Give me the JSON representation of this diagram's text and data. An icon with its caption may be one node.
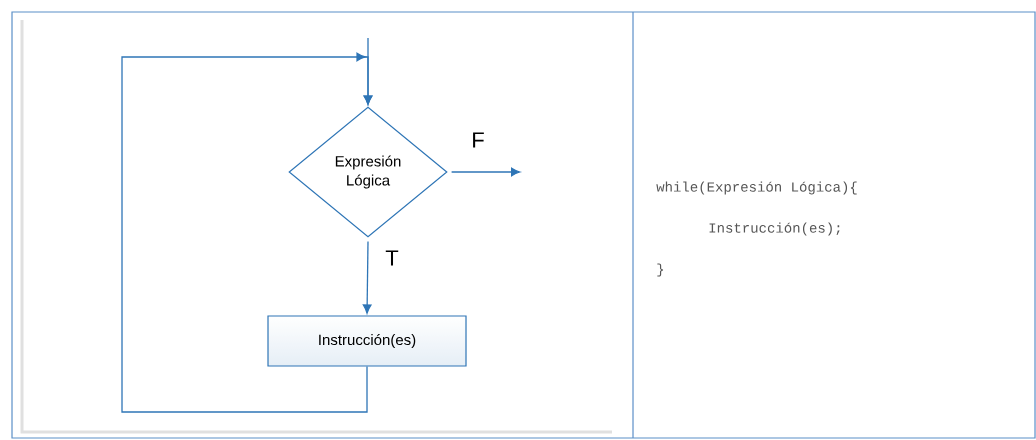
{
  "diagram": {
    "nodes": [
      {
        "text": [
          "Expresión Lógica"
        ]
      },
      {
        "text": [
          "Instrucción(es)"
        ]
      }
    ],
    "edges": [
      {
        "from": null,
        "to": 0,
        "arrow": "to"
      },
      {
        "from": 0,
        "to": 1,
        "arrow": "to",
        "label": "T"
      },
      {
        "from": 0,
        "to": null,
        "arrow": "to",
        "label": "F"
      },
      {
        "from": 1,
        "to": 0,
        "arrow": "to"
      }
    ],
    "labels": [
      "while(Expresión Lógica){",
      "Instrucción(es);",
      "}"
    ]
  }
}
